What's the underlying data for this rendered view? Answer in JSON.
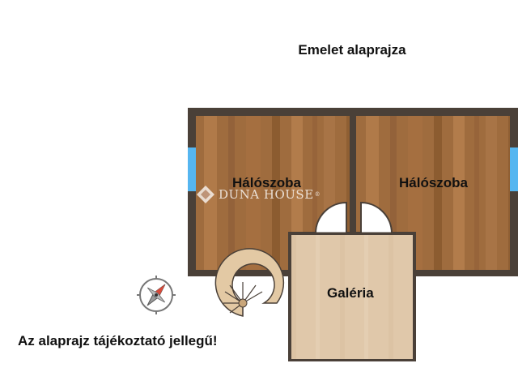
{
  "title": "Emelet alaprajza",
  "rooms": [
    {
      "name": "Hálószoba"
    },
    {
      "name": "Hálószoba"
    },
    {
      "name": "Galéria"
    }
  ],
  "watermark": {
    "brand": "DUNA HOUSE",
    "mark": "®"
  },
  "disclaimer": "Az alaprajz tájékoztató jellegű!",
  "icons": [
    "compass-icon",
    "spiral-staircase-icon",
    "door-icon",
    "window-icon"
  ],
  "colors": {
    "wall": "#4a4038",
    "wood_floor": "#9c6a3c",
    "gallery_floor": "#e0c9ac",
    "window": "#56b6f0",
    "door_fill": "#ffffff"
  }
}
